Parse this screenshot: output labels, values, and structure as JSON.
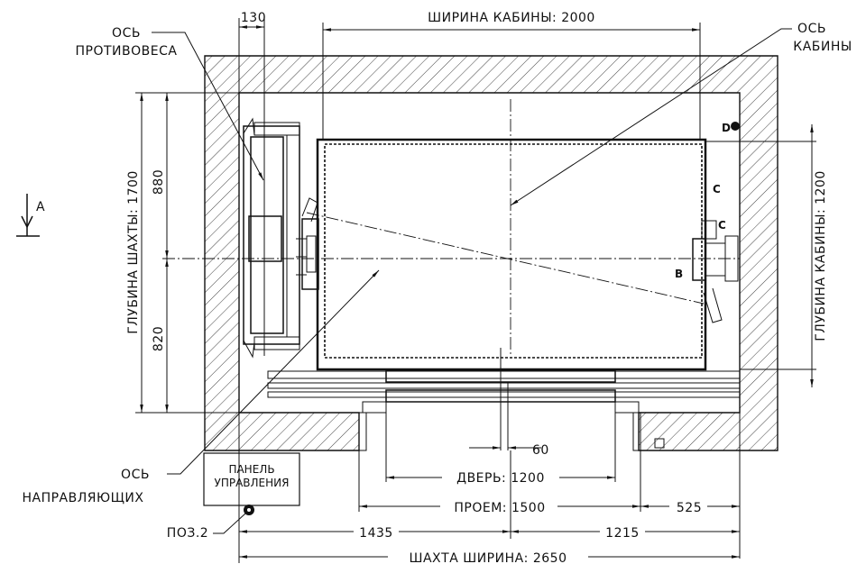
{
  "labels": {
    "cabin_width": "ШИРИНА КАБИНЫ: 2000",
    "dim_130": "130",
    "counterweight_axis_1": "ОСЬ",
    "counterweight_axis_2": "ПРОТИВОВЕСА",
    "cabin_axis_1": "ОСЬ",
    "cabin_axis_2": "КАБИНЫ",
    "shaft_depth": "ГЛУБИНА ШАХТЫ: 1700",
    "dim_880": "880",
    "dim_820": "820",
    "section_mark": "A",
    "cabin_depth": "ГЛУБИНА КАБИНЫ: 1200",
    "point_d": "D",
    "point_c1": "C",
    "point_c2": "C",
    "point_b": "B",
    "dim_60": "60",
    "door": "ДВЕРЬ: 1200",
    "opening": "ПРОЕМ: 1500",
    "dim_525": "525",
    "dim_1435": "1435",
    "dim_1215": "1215",
    "shaft_width": "ШАХТА ШИРИНА: 2650",
    "guide_axis_1": "ОСЬ",
    "guide_axis_2": "НАПРАВЛЯЮЩИХ",
    "panel_1": "ПАНЕЛЬ",
    "panel_2": "УПРАВЛЕНИЯ",
    "pos": "ПОЗ.2"
  }
}
